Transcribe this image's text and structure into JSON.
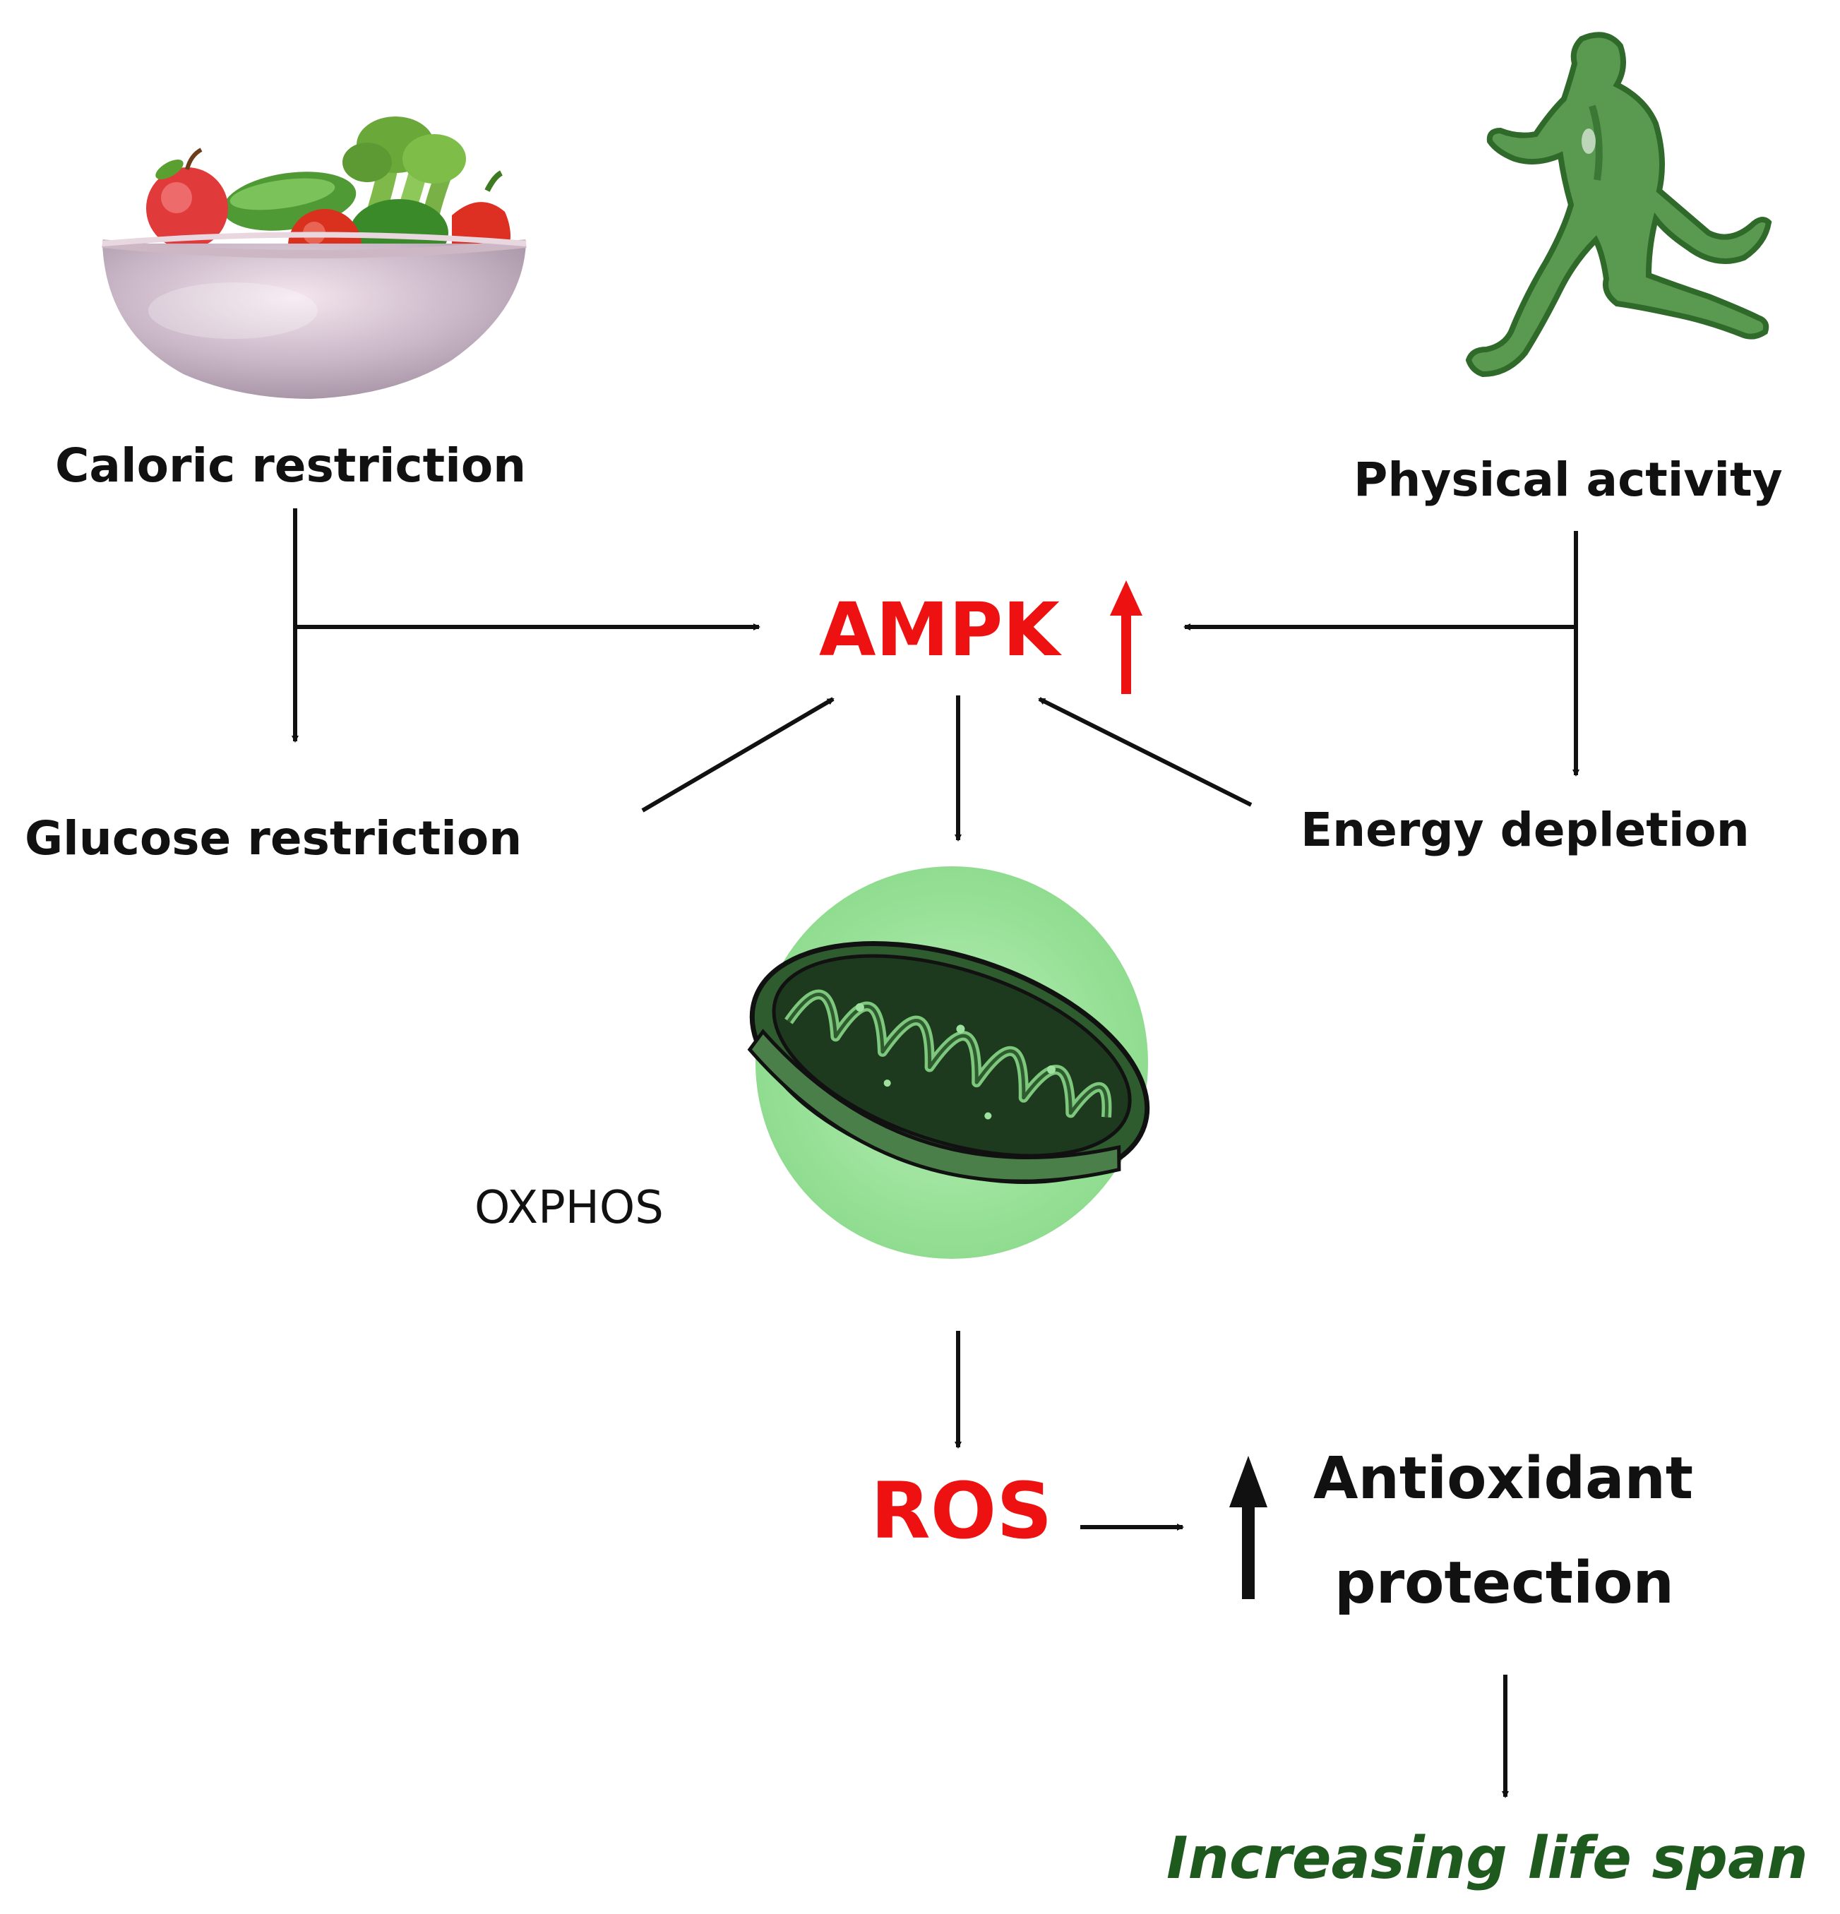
{
  "nodes": {
    "caloric_restriction": "Caloric restriction",
    "physical_activity": "Physical activity",
    "ampk": "AMPK",
    "glucose_restriction": "Glucose restriction",
    "energy_depletion": "Energy depletion",
    "oxphos": "OXPHOS",
    "ros": "ROS",
    "antioxidant_line1": "Antioxidant",
    "antioxidant_line2": "protection",
    "life_span": "Increasing life span"
  },
  "icons": {
    "bowl": "fruit-vegetable-bowl-icon",
    "runner": "running-person-icon",
    "mitochondrion": "mitochondrion-icon"
  },
  "colors": {
    "highlight_red": "#ee1111",
    "life_span_green": "#1e5a1e",
    "mito_circle": "#a8e6a8",
    "runner_green": "#5a9a50",
    "text": "#111111"
  }
}
